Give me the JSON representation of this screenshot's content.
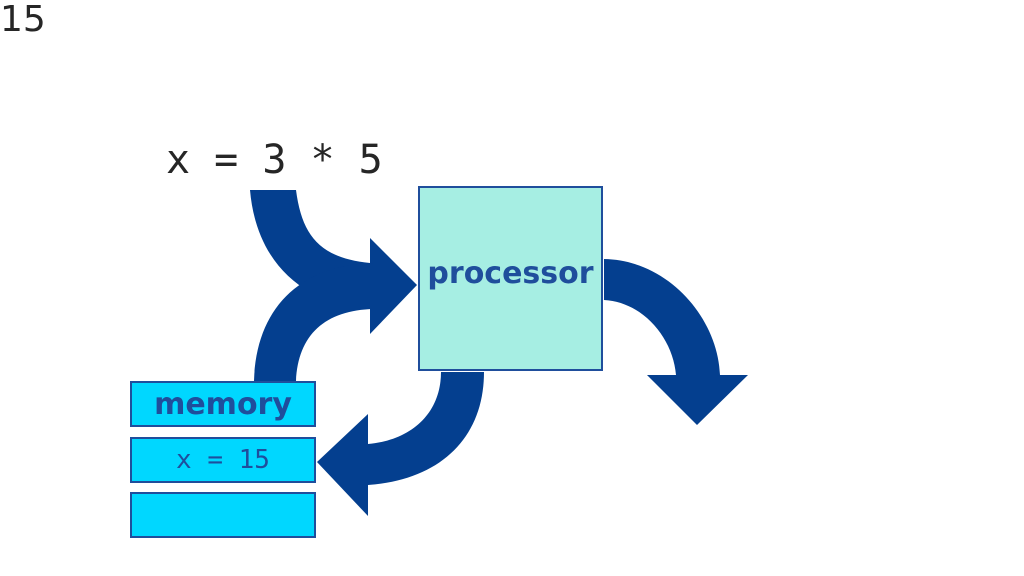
{
  "expression": "x = 3 * 5",
  "processor": {
    "label": "processor"
  },
  "memory": {
    "label": "memory",
    "cells": [
      "x = 15",
      ""
    ]
  },
  "output": "15",
  "colors": {
    "arrow": "#043f8f",
    "processor_fill": "#a6eee3",
    "memory_fill": "#00d7ff",
    "label_text": "#1f4e9c"
  }
}
